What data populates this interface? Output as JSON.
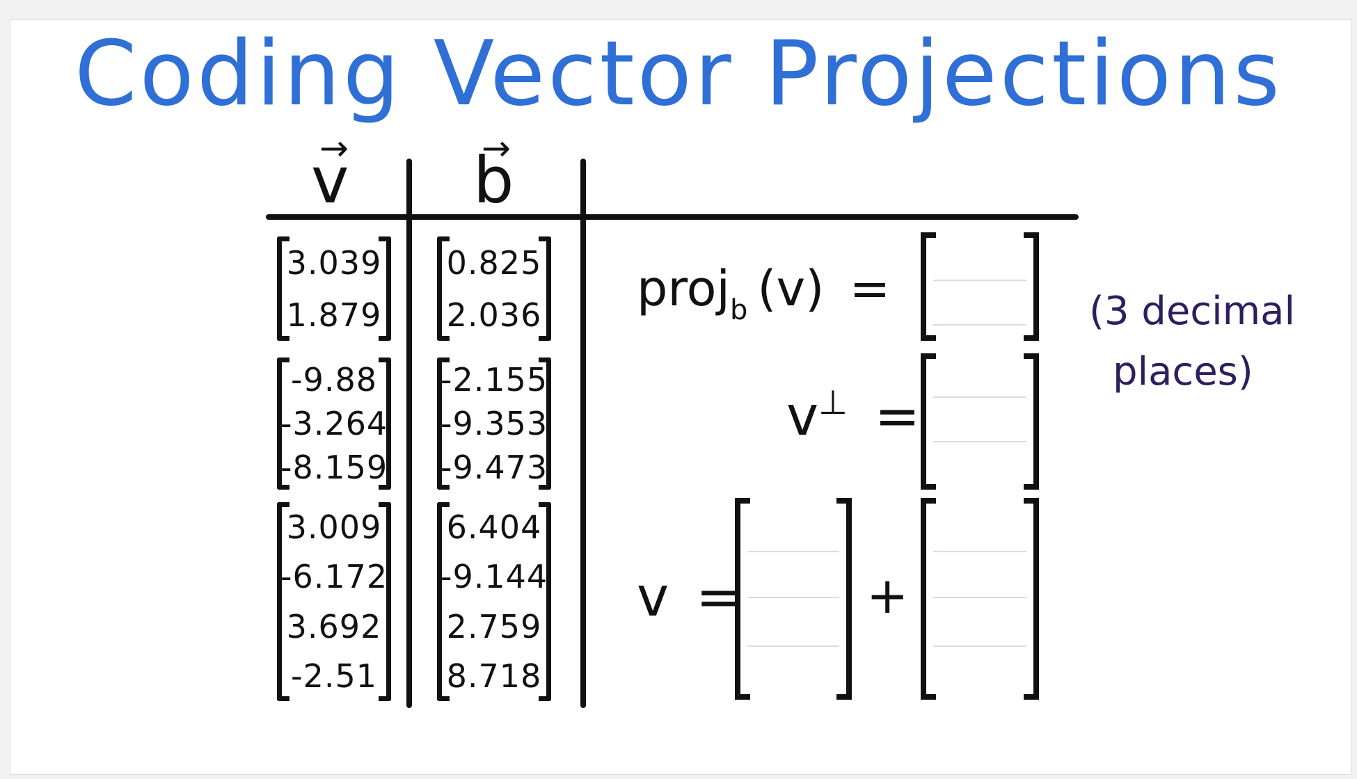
{
  "title": "Coding Vector Projections",
  "colors": {
    "title": "#2f6fd6",
    "note": "#2d1f5e",
    "ink": "#111111"
  },
  "headers": {
    "v": "v",
    "b": "b",
    "arrow": "→"
  },
  "rows": [
    {
      "v": [
        "3.039",
        "1.879"
      ],
      "b": [
        "0.825",
        "2.036"
      ]
    },
    {
      "v": [
        "-9.88",
        "-3.264",
        "-8.159"
      ],
      "b": [
        "-2.155",
        "-9.353",
        "-9.473"
      ]
    },
    {
      "v": [
        "3.009",
        "-6.172",
        "3.692",
        "-2.51"
      ],
      "b": [
        "6.404",
        "-9.144",
        "2.759",
        "8.718"
      ]
    }
  ],
  "equations": {
    "proj_prefix": "proj",
    "proj_sub": "b",
    "proj_arg": "(v)",
    "equals": "=",
    "perp_symbol": "v",
    "perp_sup": "⊥",
    "v_symbol": "v",
    "plus": "+"
  },
  "note": {
    "line1": "(3 decimal",
    "line2": "places)"
  }
}
